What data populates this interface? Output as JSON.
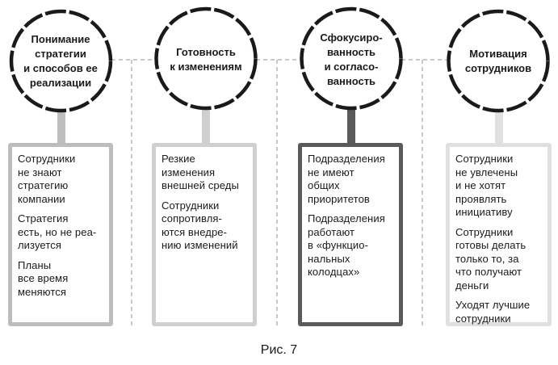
{
  "columns": [
    {
      "title": "Понимание\nстратегии\nи способов ее\nреализации",
      "title_lines": [
        "Понимание",
        "стратегии",
        "и способов ее",
        "реализации"
      ],
      "box_color": "#bdbdbd",
      "items": [
        "Сотрудники\nне знают\nстратегию\nкомпании",
        "Стратегия\nесть, но не реа-\nлизуется",
        "Планы\nвсе время\nменяются"
      ]
    },
    {
      "title_lines": [
        "Готовность",
        "к изменениям"
      ],
      "box_color": "#cfcfcf",
      "items": [
        "Резкие\nизменения\nвнешней среды",
        "Сотрудники\nсопротивля-\nются внедре-\nнию изменений"
      ]
    },
    {
      "title_lines": [
        "Сфокусиро-",
        "ванность",
        "и согласо-",
        "ванность"
      ],
      "box_color": "#5a5a5a",
      "items": [
        "Подразделения\nне имеют\nобщих\nприоритетов",
        "Подразделения\nработают\nв «функцио-\nнальных\nколодцах»"
      ]
    },
    {
      "title_lines": [
        "Мотивация",
        "сотрудников"
      ],
      "box_color": "#e0e0e0",
      "items": [
        "Сотрудники\nне увлечены\nи не хотят\nпроявлять\nинициативу",
        "Сотрудники\nготовы делать\nтолько то, за\nчто получают\nденьги",
        "Уходят лучшие\nсотрудники"
      ]
    }
  ],
  "colors": {
    "circle_stroke": "#1a1a1a",
    "dashed_connector": "#aaaaaa"
  },
  "caption": "Рис. 7"
}
